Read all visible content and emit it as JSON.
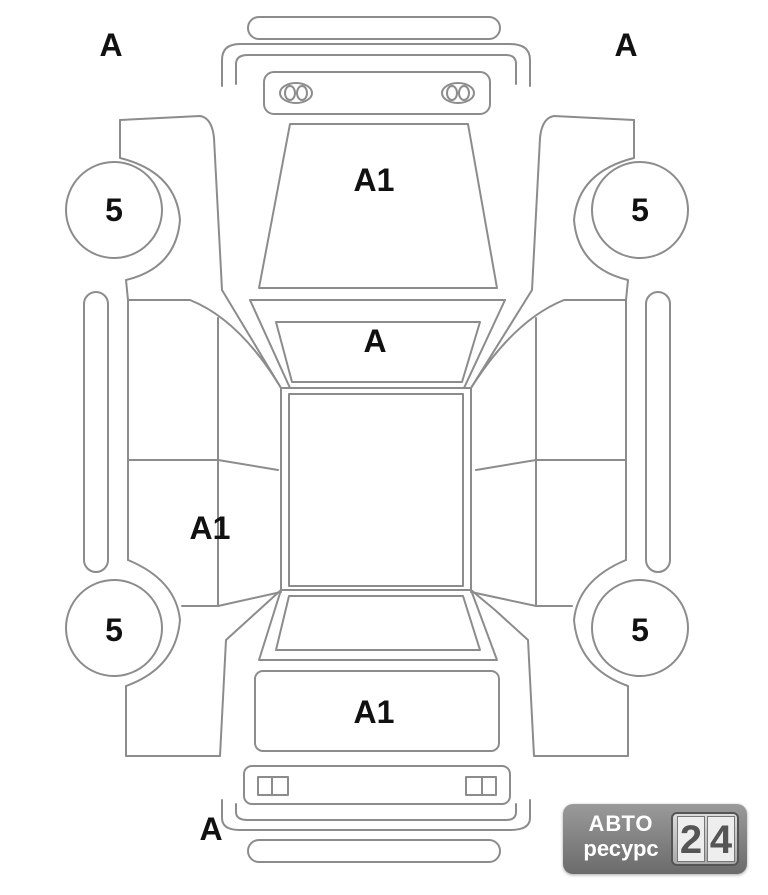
{
  "labels": {
    "top_left": "A",
    "top_right": "A",
    "hood": "A1",
    "windshield": "A",
    "side_left": "A1",
    "trunk": "A1",
    "bottom_left": "A",
    "wheel_front_left": "5",
    "wheel_front_right": "5",
    "wheel_rear_left": "5",
    "wheel_rear_right": "5"
  },
  "logo": {
    "top": "АВТО",
    "bottom": "ресурс",
    "digit1": "2",
    "digit2": "4"
  },
  "colors": {
    "outline": "#8c8c8c",
    "text": "#111111"
  }
}
